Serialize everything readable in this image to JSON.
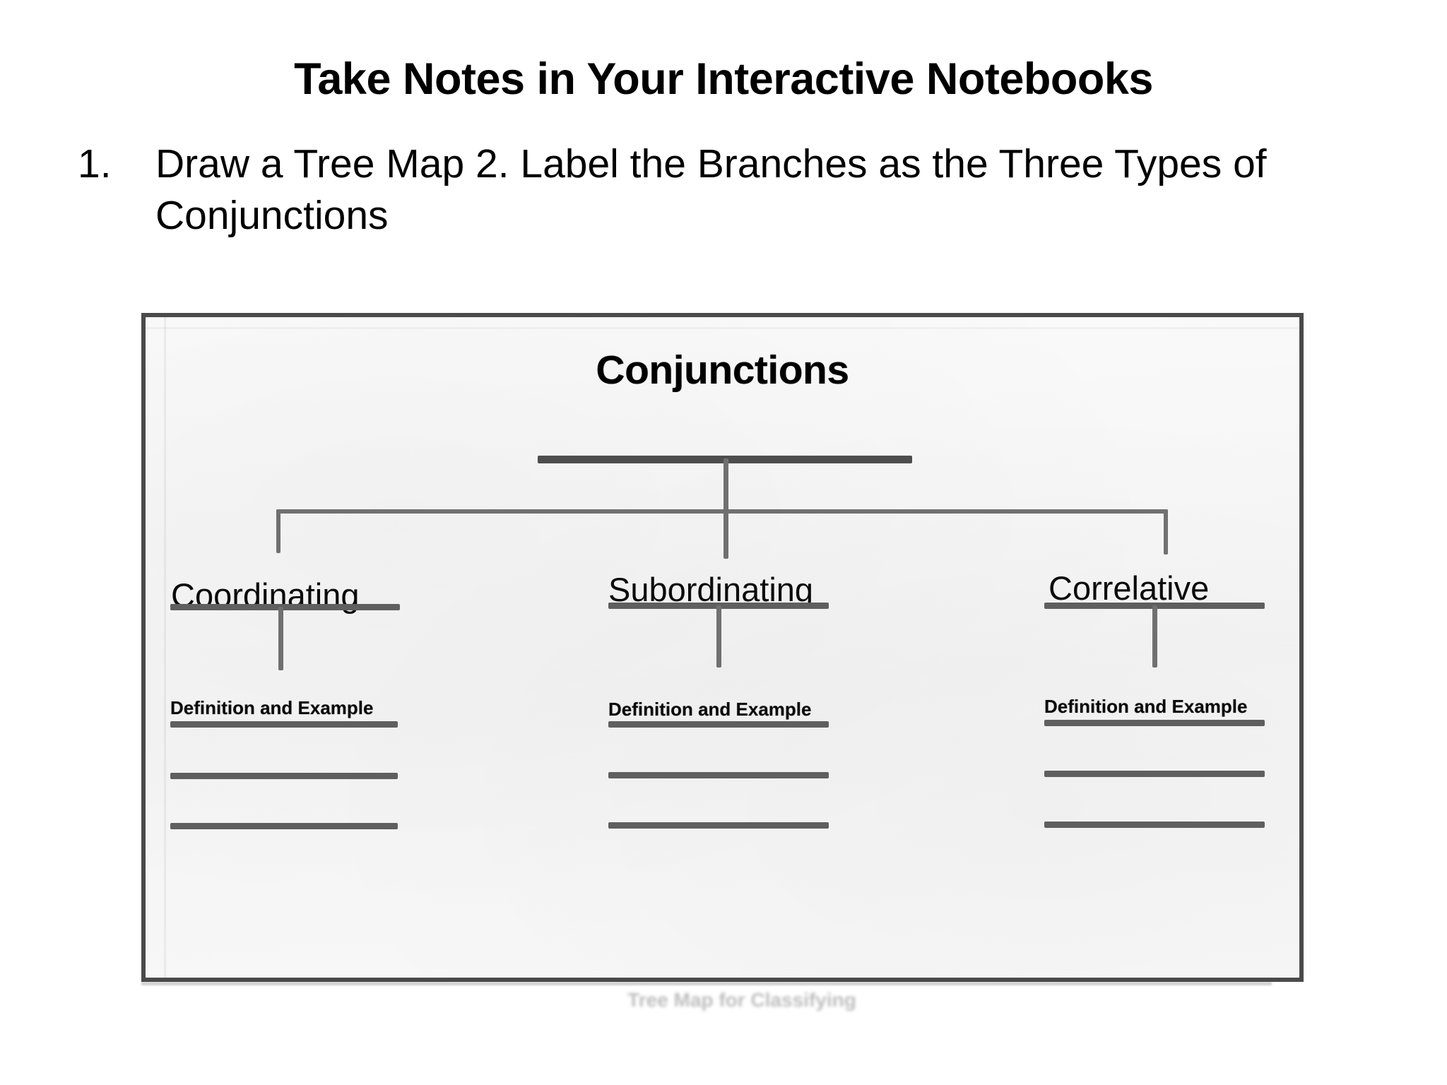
{
  "slide": {
    "title": "Take Notes in Your Interactive Notebooks",
    "instruction": {
      "marker": "1.",
      "text": "Draw a Tree Map 2. Label the Branches as the Three Types of Conjunctions"
    },
    "caption": "Tree Map for Classifying"
  },
  "tree_map": {
    "root": "Conjunctions",
    "branches": [
      {
        "label": "Coordinating",
        "detail": "Definition and Example",
        "writing_lines": 3
      },
      {
        "label": "Subordinating",
        "detail": "Definition and Example",
        "writing_lines": 3
      },
      {
        "label": "Correlative",
        "detail": "Definition and Example",
        "writing_lines": 3
      }
    ]
  },
  "colors": {
    "page_background": "#ffffff",
    "text": "#000000",
    "scan_background": "#f8f8f8",
    "scan_border": "#4a4a4a",
    "pencil_ink": "#5f5f5f"
  }
}
